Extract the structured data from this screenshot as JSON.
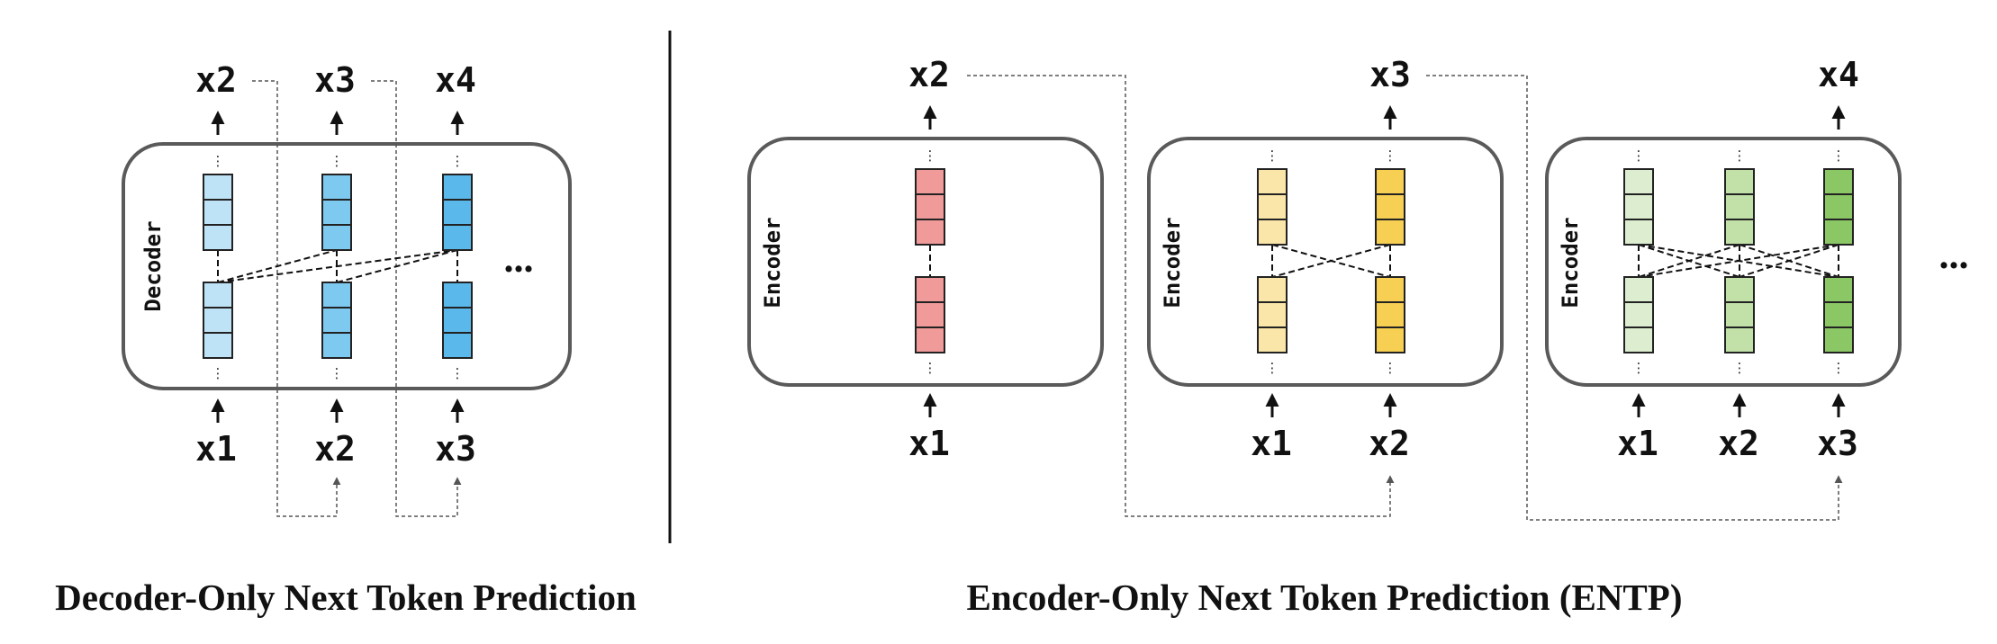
{
  "left_panel": {
    "caption": "Decoder-Only Next Token Prediction",
    "block_label": "Decoder",
    "outputs": [
      "x2",
      "x3",
      "x4"
    ],
    "inputs": [
      "x1",
      "x2",
      "x3"
    ],
    "ellipsis": "...",
    "cell_color": "#5bb8ea",
    "cell_color_light": "#bfe3f6"
  },
  "right_panel": {
    "caption": "Encoder-Only Next Token Prediction (ENTP)",
    "block_label": "Encoder",
    "ellipsis": "...",
    "encoders": [
      {
        "inputs": [
          "x1"
        ],
        "output": "x2",
        "cell_color": "#f19a9a"
      },
      {
        "inputs": [
          "x1",
          "x2"
        ],
        "output": "x3",
        "cell_color": "#f6cf53",
        "cell_color_light": "#fae6a9"
      },
      {
        "inputs": [
          "x1",
          "x2",
          "x3"
        ],
        "output": "x4",
        "cell_color": "#8cc765",
        "cell_color_light": "#dcedd0",
        "cell_color_mid": "#c1e1a9"
      }
    ]
  },
  "vertical_dots": "⋮",
  "colors": {
    "box_stroke": "#5a5a5a",
    "cell_stroke": "#222222",
    "arrow": "#111111",
    "feedback_line": "#555555",
    "divider": "#111111"
  }
}
